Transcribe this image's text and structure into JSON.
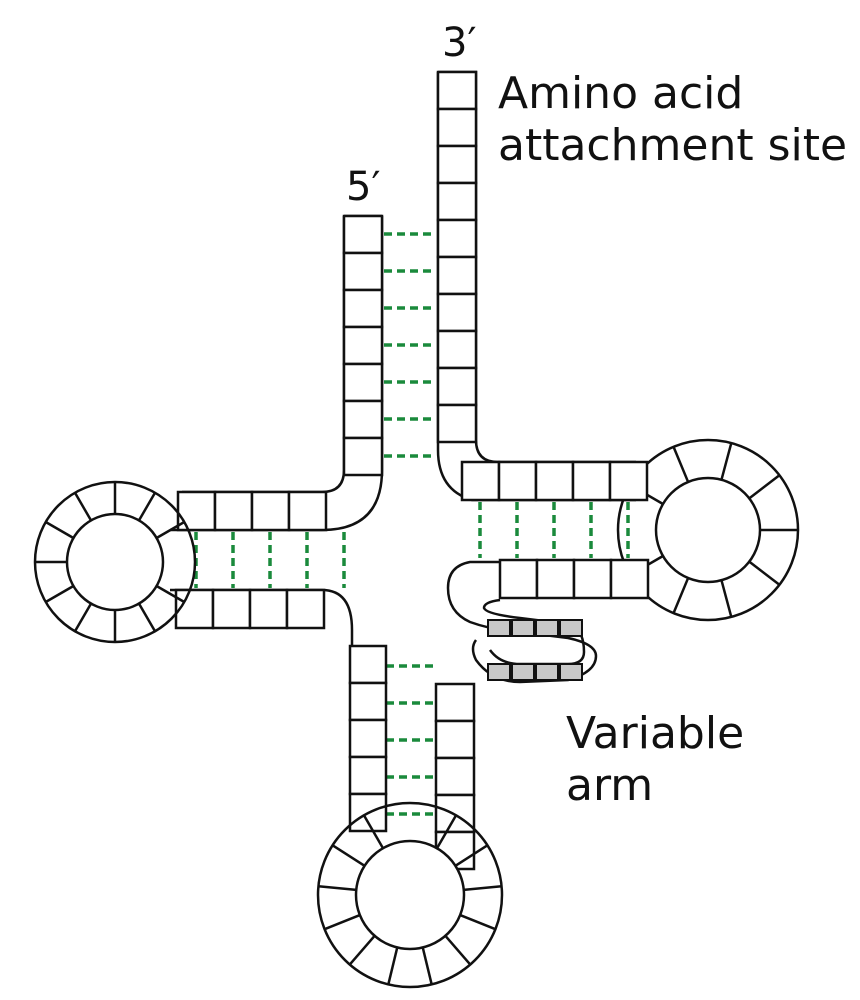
{
  "labels": {
    "three_prime": "3′",
    "five_prime": "5′",
    "amino_acid_line1": "Amino acid",
    "amino_acid_line2": "attachment site",
    "variable_line1": "Variable",
    "variable_line2": "arm"
  },
  "colors": {
    "stroke": "#111111",
    "base_pair": "#1a8a3c",
    "variable_fill": "#c8c8c8",
    "background": "#ffffff"
  }
}
